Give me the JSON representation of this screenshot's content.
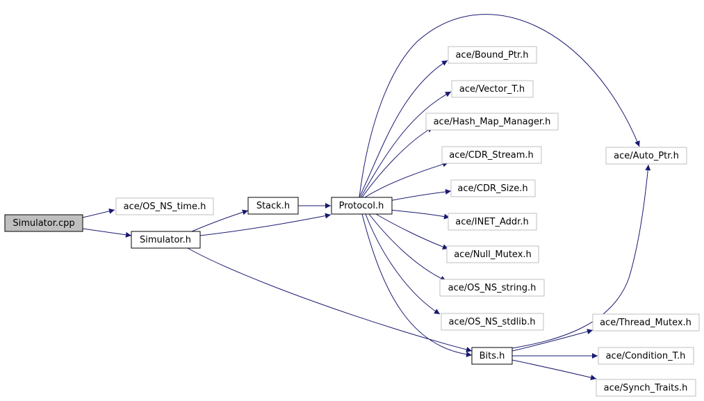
{
  "colors": {
    "edge": "#191970",
    "border_main": "#000000",
    "border_external": "#bfbfbf",
    "root_fill": "#bfbfbf",
    "node_fill": "#ffffff"
  },
  "nodes": {
    "simulator_cpp": "Simulator.cpp",
    "os_ns_time": "ace/OS_NS_time.h",
    "simulator_h": "Simulator.h",
    "stack_h": "Stack.h",
    "protocol_h": "Protocol.h",
    "bound_ptr": "ace/Bound_Ptr.h",
    "vector_t": "ace/Vector_T.h",
    "hash_map_manager": "ace/Hash_Map_Manager.h",
    "cdr_stream": "ace/CDR_Stream.h",
    "cdr_size": "ace/CDR_Size.h",
    "inet_addr": "ace/INET_Addr.h",
    "null_mutex": "ace/Null_Mutex.h",
    "os_ns_string": "ace/OS_NS_string.h",
    "os_ns_stdlib": "ace/OS_NS_stdlib.h",
    "auto_ptr": "ace/Auto_Ptr.h",
    "bits_h": "Bits.h",
    "thread_mutex": "ace/Thread_Mutex.h",
    "condition_t": "ace/Condition_T.h",
    "synch_traits": "ace/Synch_Traits.h"
  }
}
